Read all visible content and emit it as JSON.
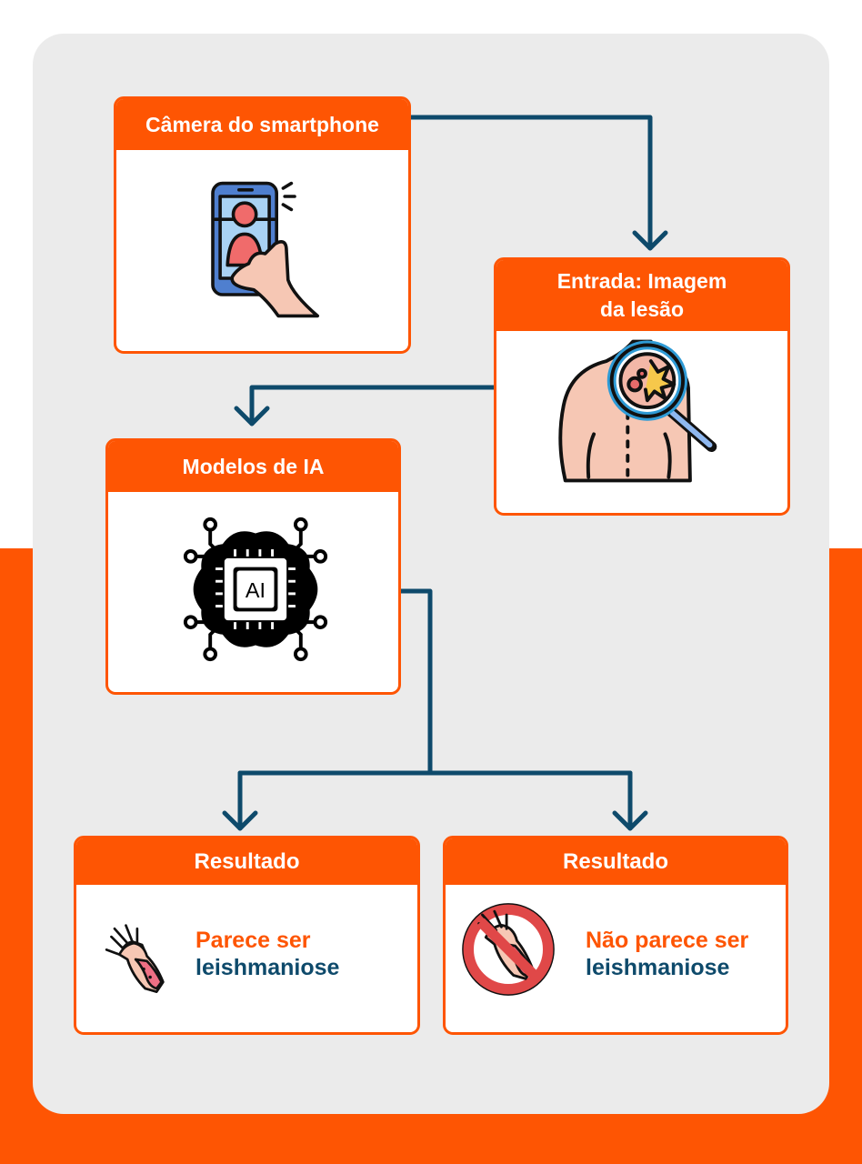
{
  "nodes": {
    "camera": {
      "title": "Câmera do smartphone",
      "icon": "smartphone-camera-icon"
    },
    "input": {
      "title_line1": "Entrada: Imagem",
      "title_line2": "da lesão",
      "icon": "skin-lesion-magnifier-icon"
    },
    "model": {
      "title": "Modelos de IA",
      "icon": "ai-chip-icon",
      "chip_text": "AI"
    },
    "result_positive": {
      "title": "Resultado",
      "text_line1": "Parece ser",
      "text_line2": "leishmaniose",
      "icon": "infected-hand-icon"
    },
    "result_negative": {
      "title": "Resultado",
      "text_line1": "Não parece ser",
      "text_line2": "leishmaniose",
      "icon": "no-infected-hand-icon"
    }
  },
  "edges": [
    {
      "from": "camera",
      "to": "input"
    },
    {
      "from": "input",
      "to": "model"
    },
    {
      "from": "model",
      "to": "result_positive"
    },
    {
      "from": "model",
      "to": "result_negative"
    }
  ],
  "colors": {
    "accent": "#fe5503",
    "connector": "#0e4a6b",
    "panel": "#ebebeb"
  }
}
